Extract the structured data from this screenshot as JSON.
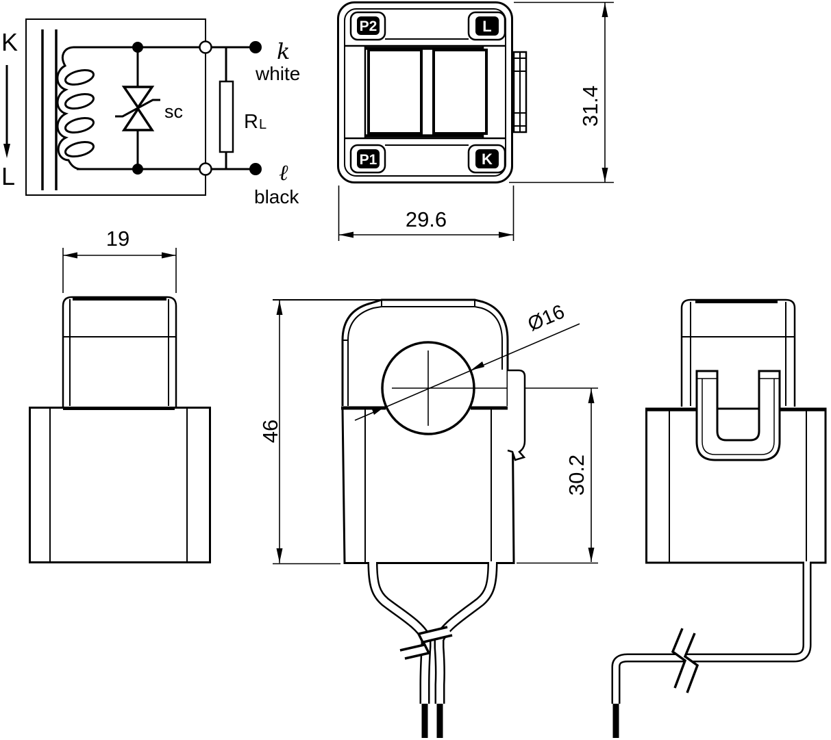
{
  "schematic": {
    "primary_in": "K",
    "primary_out": "L",
    "suppressor_label": "sc",
    "burden_resistor": "R",
    "burden_resistor_sub": "L",
    "terminal_k": "k",
    "terminal_k_wire": "white",
    "terminal_l": "ℓ",
    "terminal_l_wire": "black"
  },
  "top_view": {
    "badge_p2": "P2",
    "badge_l": "L",
    "badge_p1": "P1",
    "badge_k": "K",
    "dim_height": "31.4",
    "dim_width": "29.6"
  },
  "side_view_left": {
    "dim_width": "19"
  },
  "front_view": {
    "dim_height": "46",
    "dim_center_to_bottom": "30.2",
    "dim_aperture": "Ø16"
  },
  "colors": {
    "ink": "#000000",
    "paper": "#ffffff"
  }
}
